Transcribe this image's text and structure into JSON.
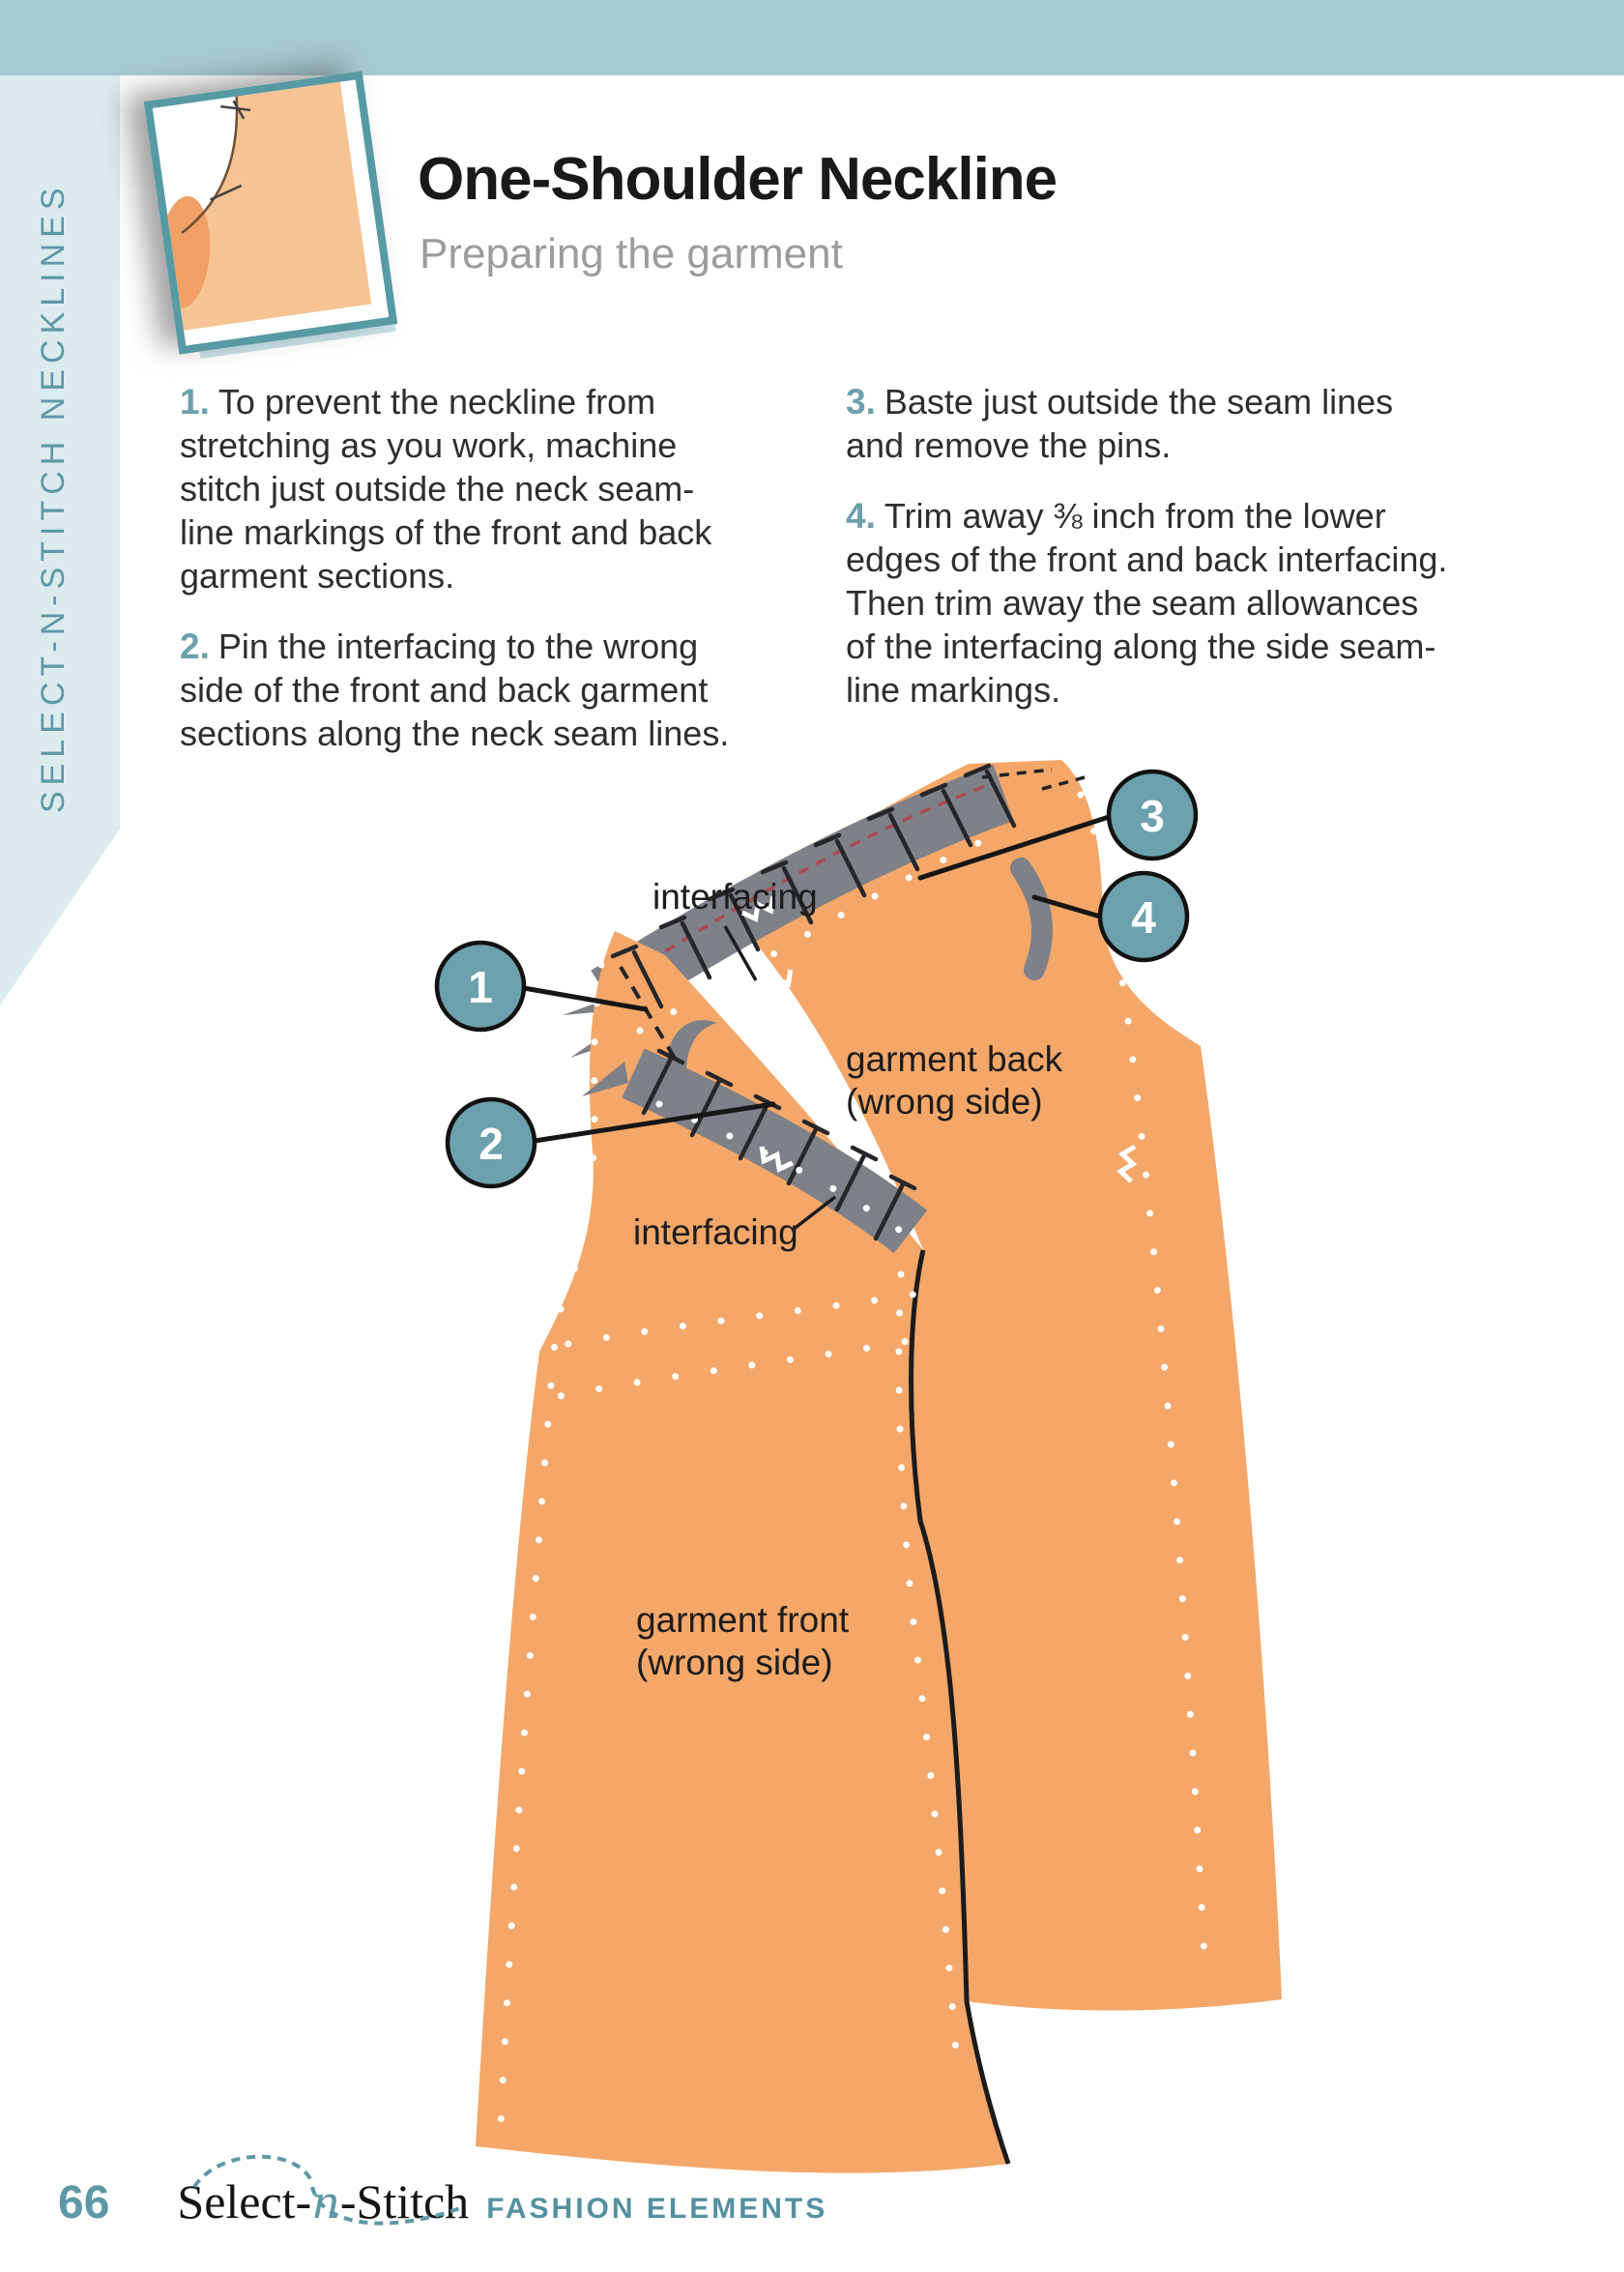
{
  "sidebar": {
    "vertical_label": "SELECT-N-STITCH NECKLINES"
  },
  "header": {
    "title": "One-Shoulder Neckline",
    "subtitle": "Preparing the garment"
  },
  "steps": [
    {
      "num": "1.",
      "text": "To prevent the neckline from stretching as you work, machine stitch just outside the neck seam-line markings of the front and back garment sections."
    },
    {
      "num": "2.",
      "text": "Pin the interfacing to the wrong side of the front and back garment sections along the neck seam lines."
    },
    {
      "num": "3.",
      "text": "Baste just outside the seam lines and remove the pins."
    },
    {
      "num": "4.",
      "text": "Trim away ⅜ inch from the lower edges of the front and back interfacing. Then trim away the seam allowances of the interfacing along the side seam-line markings."
    }
  ],
  "figure": {
    "callouts": [
      "1",
      "2",
      "3",
      "4"
    ],
    "labels": {
      "interfacing_top": "interfacing",
      "garment_back_line1": "garment back",
      "garment_back_line2": "(wrong side)",
      "interfacing_bottom": "interfacing",
      "garment_front_line1": "garment front",
      "garment_front_line2": "(wrong side)"
    }
  },
  "footer": {
    "page_number": "66",
    "brand_select": "Select-",
    "brand_n": "n",
    "brand_stitch": "-Stitch",
    "brand_tagline": "FASHION ELEMENTS"
  },
  "colors": {
    "accent_teal": "#6CA0AC",
    "top_band": "#A6CAD2",
    "sidebar_bg": "#DCEBEE",
    "sidebar_text": "#5D98A6",
    "garment_orange": "#F4A768",
    "interfacing_gray": "#7E8187",
    "footer_teal": "#54919F"
  }
}
